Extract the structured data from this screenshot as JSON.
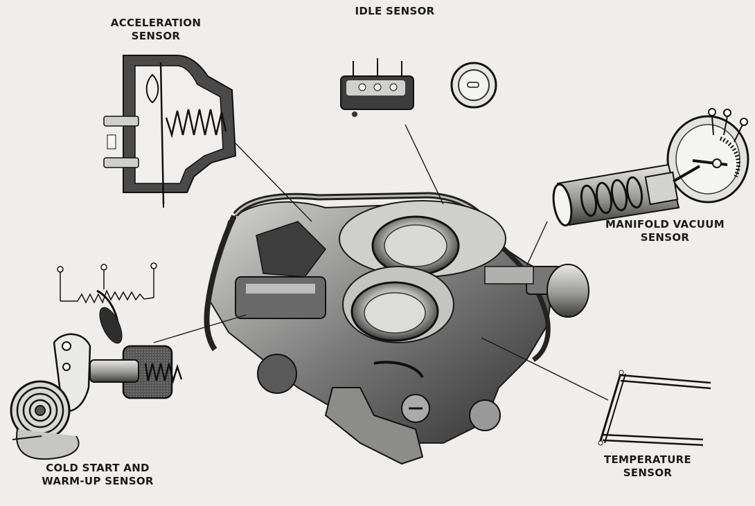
{
  "labels": {
    "acceleration": [
      "ACCELERATION",
      "SENSOR"
    ],
    "idle": [
      "IDLE SENSOR"
    ],
    "manifold": [
      "MANIFOLD VACUUM",
      "SENSOR"
    ],
    "cold_start": [
      "COLD START AND",
      "WARM-UP SENSOR"
    ],
    "temperature": [
      "TEMPERATURE",
      "SENSOR"
    ]
  },
  "colors": {
    "paper": "#efeeec",
    "ink": "#1a1a1a",
    "metal_dark": "#3a3a3a",
    "metal_mid": "#8a8a8a",
    "metal_light": "#c9c9c7"
  }
}
